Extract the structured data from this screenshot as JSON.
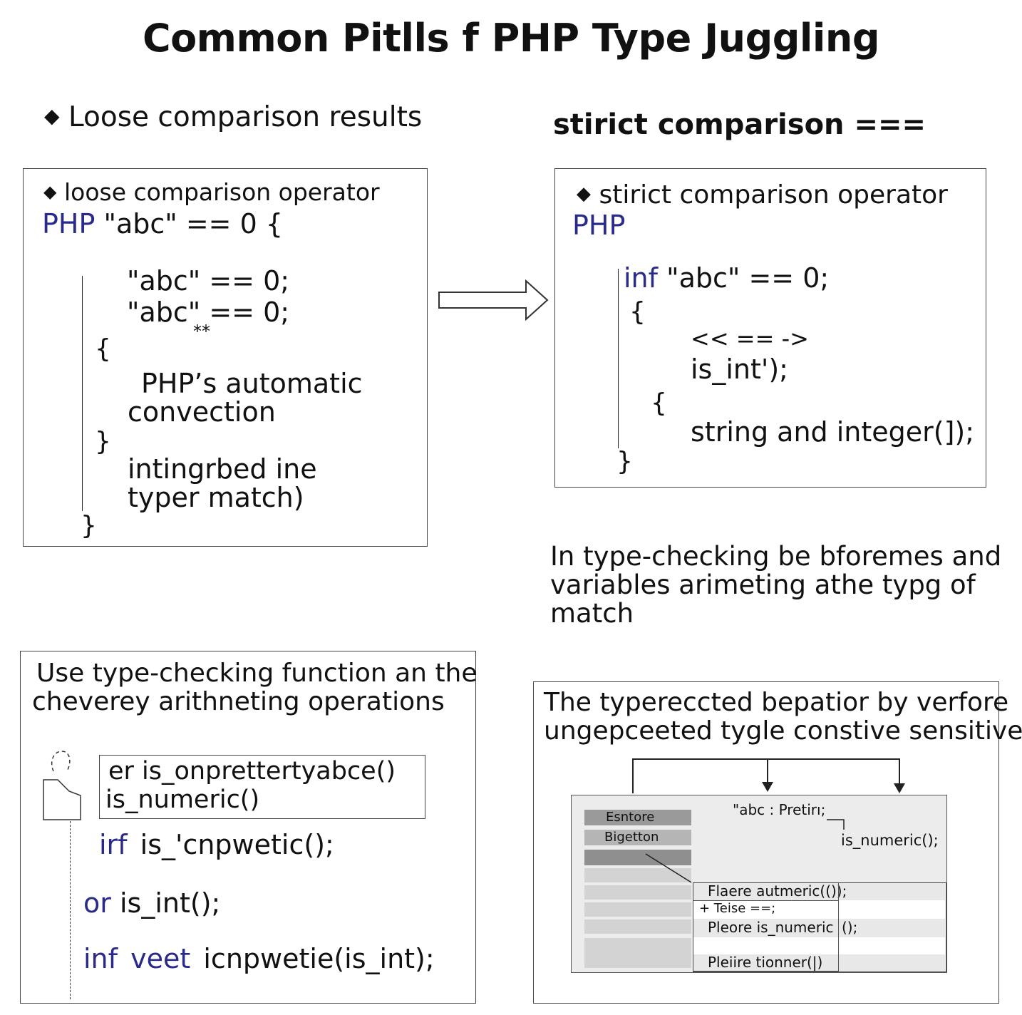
{
  "title": "Common Pitlls f PHP Type Juggling",
  "left_heading": "Loose comparison results",
  "right_heading": "stirict comparison ===",
  "loose_box": {
    "label": "loose comparison operator",
    "php_kw": "PHP",
    "header_code": "\"abc\" == 0 {",
    "line1": "\"abc\" == 0;",
    "line2": "\"abc\" == 0;",
    "stars": "**",
    "open_brace": "{",
    "note1": "PHP’s automatic",
    "note2": "convection",
    "close_brace": "}",
    "note3": "intingrbed ine",
    "note4": "typer match)",
    "final_brace": "}"
  },
  "strict_box": {
    "label": "stirict comparison operator",
    "php_kw": "PHP",
    "inf_kw": "inf",
    "line1": "\"abc\" == 0;",
    "open_brace": "{",
    "arrows": "<< == ->",
    "is_int": "is_int');",
    "inner_brace": "{",
    "string_line": "string and integer(]);",
    "close_brace": "}"
  },
  "middle_text": {
    "line1": "In type-checking be bforemes and",
    "line2": "variables arimeting athe typg of",
    "line3": "match"
  },
  "bottom_left": {
    "line1": "Use type-checking function an the",
    "line2": "cheverey arithneting operations",
    "code_box_line1": "er is_onprettertyabce()",
    "code_box_line2": "is_numeric()",
    "irf_kw": "irf",
    "irf_rest": "is_'cnpwetic();",
    "or_kw": "or",
    "or_rest": "is_int();",
    "inf_kw": "inf",
    "veet_kw": "veet",
    "inf_rest": "icnpwetie(is_int);"
  },
  "bottom_right": {
    "line1": "The typereccted bepatior by verfore",
    "line2": "ungepceeted tygle constive sensitive",
    "panel": {
      "item1": "Esntore",
      "item2": "Bigetton",
      "abc_text": "\"abc : Pretirı;",
      "is_numeric": "is_numeric();",
      "row1": "Flaere autmeric(());",
      "row2": "+ Teise ==;",
      "row3_a": "Pleore is_numeric",
      "row3_b": "();",
      "row5": "Pleiire tionner(|)"
    }
  },
  "colors": {
    "keyword": "#2a2a8c",
    "border": "#444444",
    "panel_bg": "#ececec",
    "sidebar_dark": "#9a9a9a",
    "sidebar_light": "#d3d3d3"
  }
}
